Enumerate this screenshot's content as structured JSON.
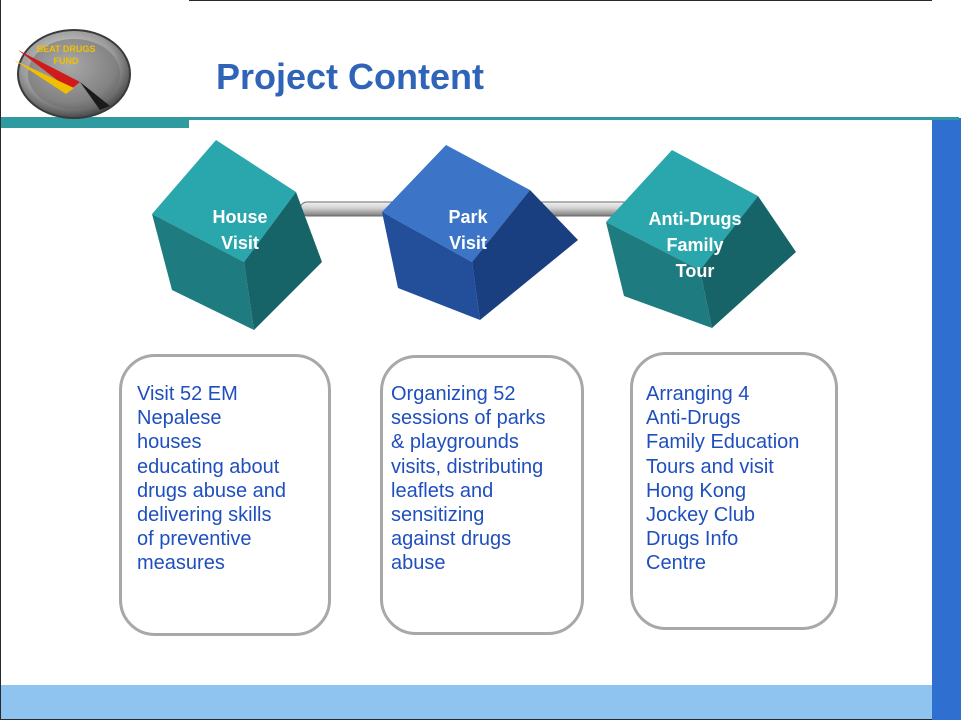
{
  "slide": {
    "title": "Project Content",
    "logo_text": [
      "BEAT DRUGS",
      "FUND"
    ]
  },
  "steps": [
    {
      "label": "House\nVisit",
      "color": "#2a9da3"
    },
    {
      "label": "Park\nVisit",
      "color": "#2f63b8"
    },
    {
      "label": "Anti-Drugs\nFamily\nTour",
      "color": "#2a9da3"
    }
  ],
  "cards": [
    {
      "text": "Visit 52 EM\nNepalese\nhouses\neducating about\ndrugs abuse and\ndelivering skills\nof preventive\nmeasures"
    },
    {
      "text": "Organizing 52\nsessions of parks\n& playgrounds\nvisits, distributing\nleaflets and\nsensitizing\nagainst drugs\nabuse"
    },
    {
      "text": "Arranging  4\nAnti-Drugs\nFamily Education\nTours and visit\nHong Kong\nJockey Club\nDrugs Info\nCentre"
    }
  ],
  "colors": {
    "title": "#2f64b8",
    "accent_teal": "#2f9aa0",
    "side_blue": "#2f6fcf",
    "footer": "#8fc3f0",
    "card_text": "#1f4fbf"
  }
}
